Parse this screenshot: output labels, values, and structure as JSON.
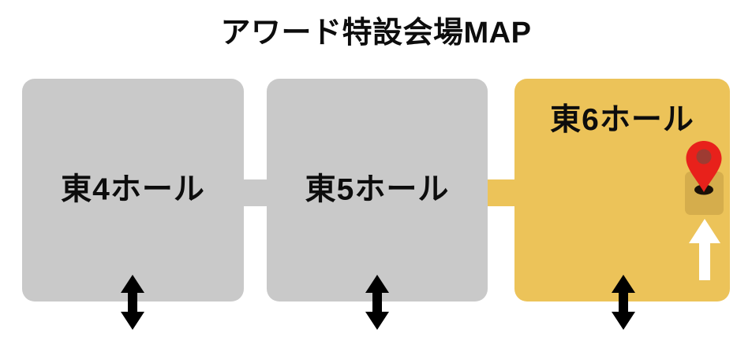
{
  "title": "アワード特設会場MAP",
  "colors": {
    "background": "#ffffff",
    "hall_default": "#c9c9c9",
    "hall_highlight": "#ecc359",
    "venue_plate": "#d5ad4c",
    "marker_red": "#e8211b",
    "marker_inner": "#9e3b32",
    "marker_shadow": "#1a1008",
    "arrow_black": "#000000",
    "arrow_white": "#ffffff",
    "text": "#0d0d0d"
  },
  "halls": [
    {
      "id": "east4",
      "label": "東4ホール",
      "highlighted": false,
      "label_position": "center",
      "entrance_arrow": "double-headed-vertical-arrow"
    },
    {
      "id": "east5",
      "label": "東5ホール",
      "highlighted": false,
      "label_position": "center",
      "entrance_arrow": "double-headed-vertical-arrow"
    },
    {
      "id": "east6",
      "label": "東6ホール",
      "highlighted": true,
      "label_position": "top",
      "entrance_arrow": "double-headed-vertical-arrow"
    }
  ],
  "connectors": [
    {
      "id": "connector-4-5",
      "from": "東4ホール",
      "to": "東5ホール",
      "style": "gray-corridor"
    },
    {
      "id": "connector-5-6",
      "from": "東5ホール",
      "to": "東6ホール",
      "style": "gold-corridor"
    }
  ],
  "venue_marker": {
    "icon": "map-pin-icon",
    "hall": "東6ホール",
    "direction_icon": "arrow-up-icon"
  }
}
